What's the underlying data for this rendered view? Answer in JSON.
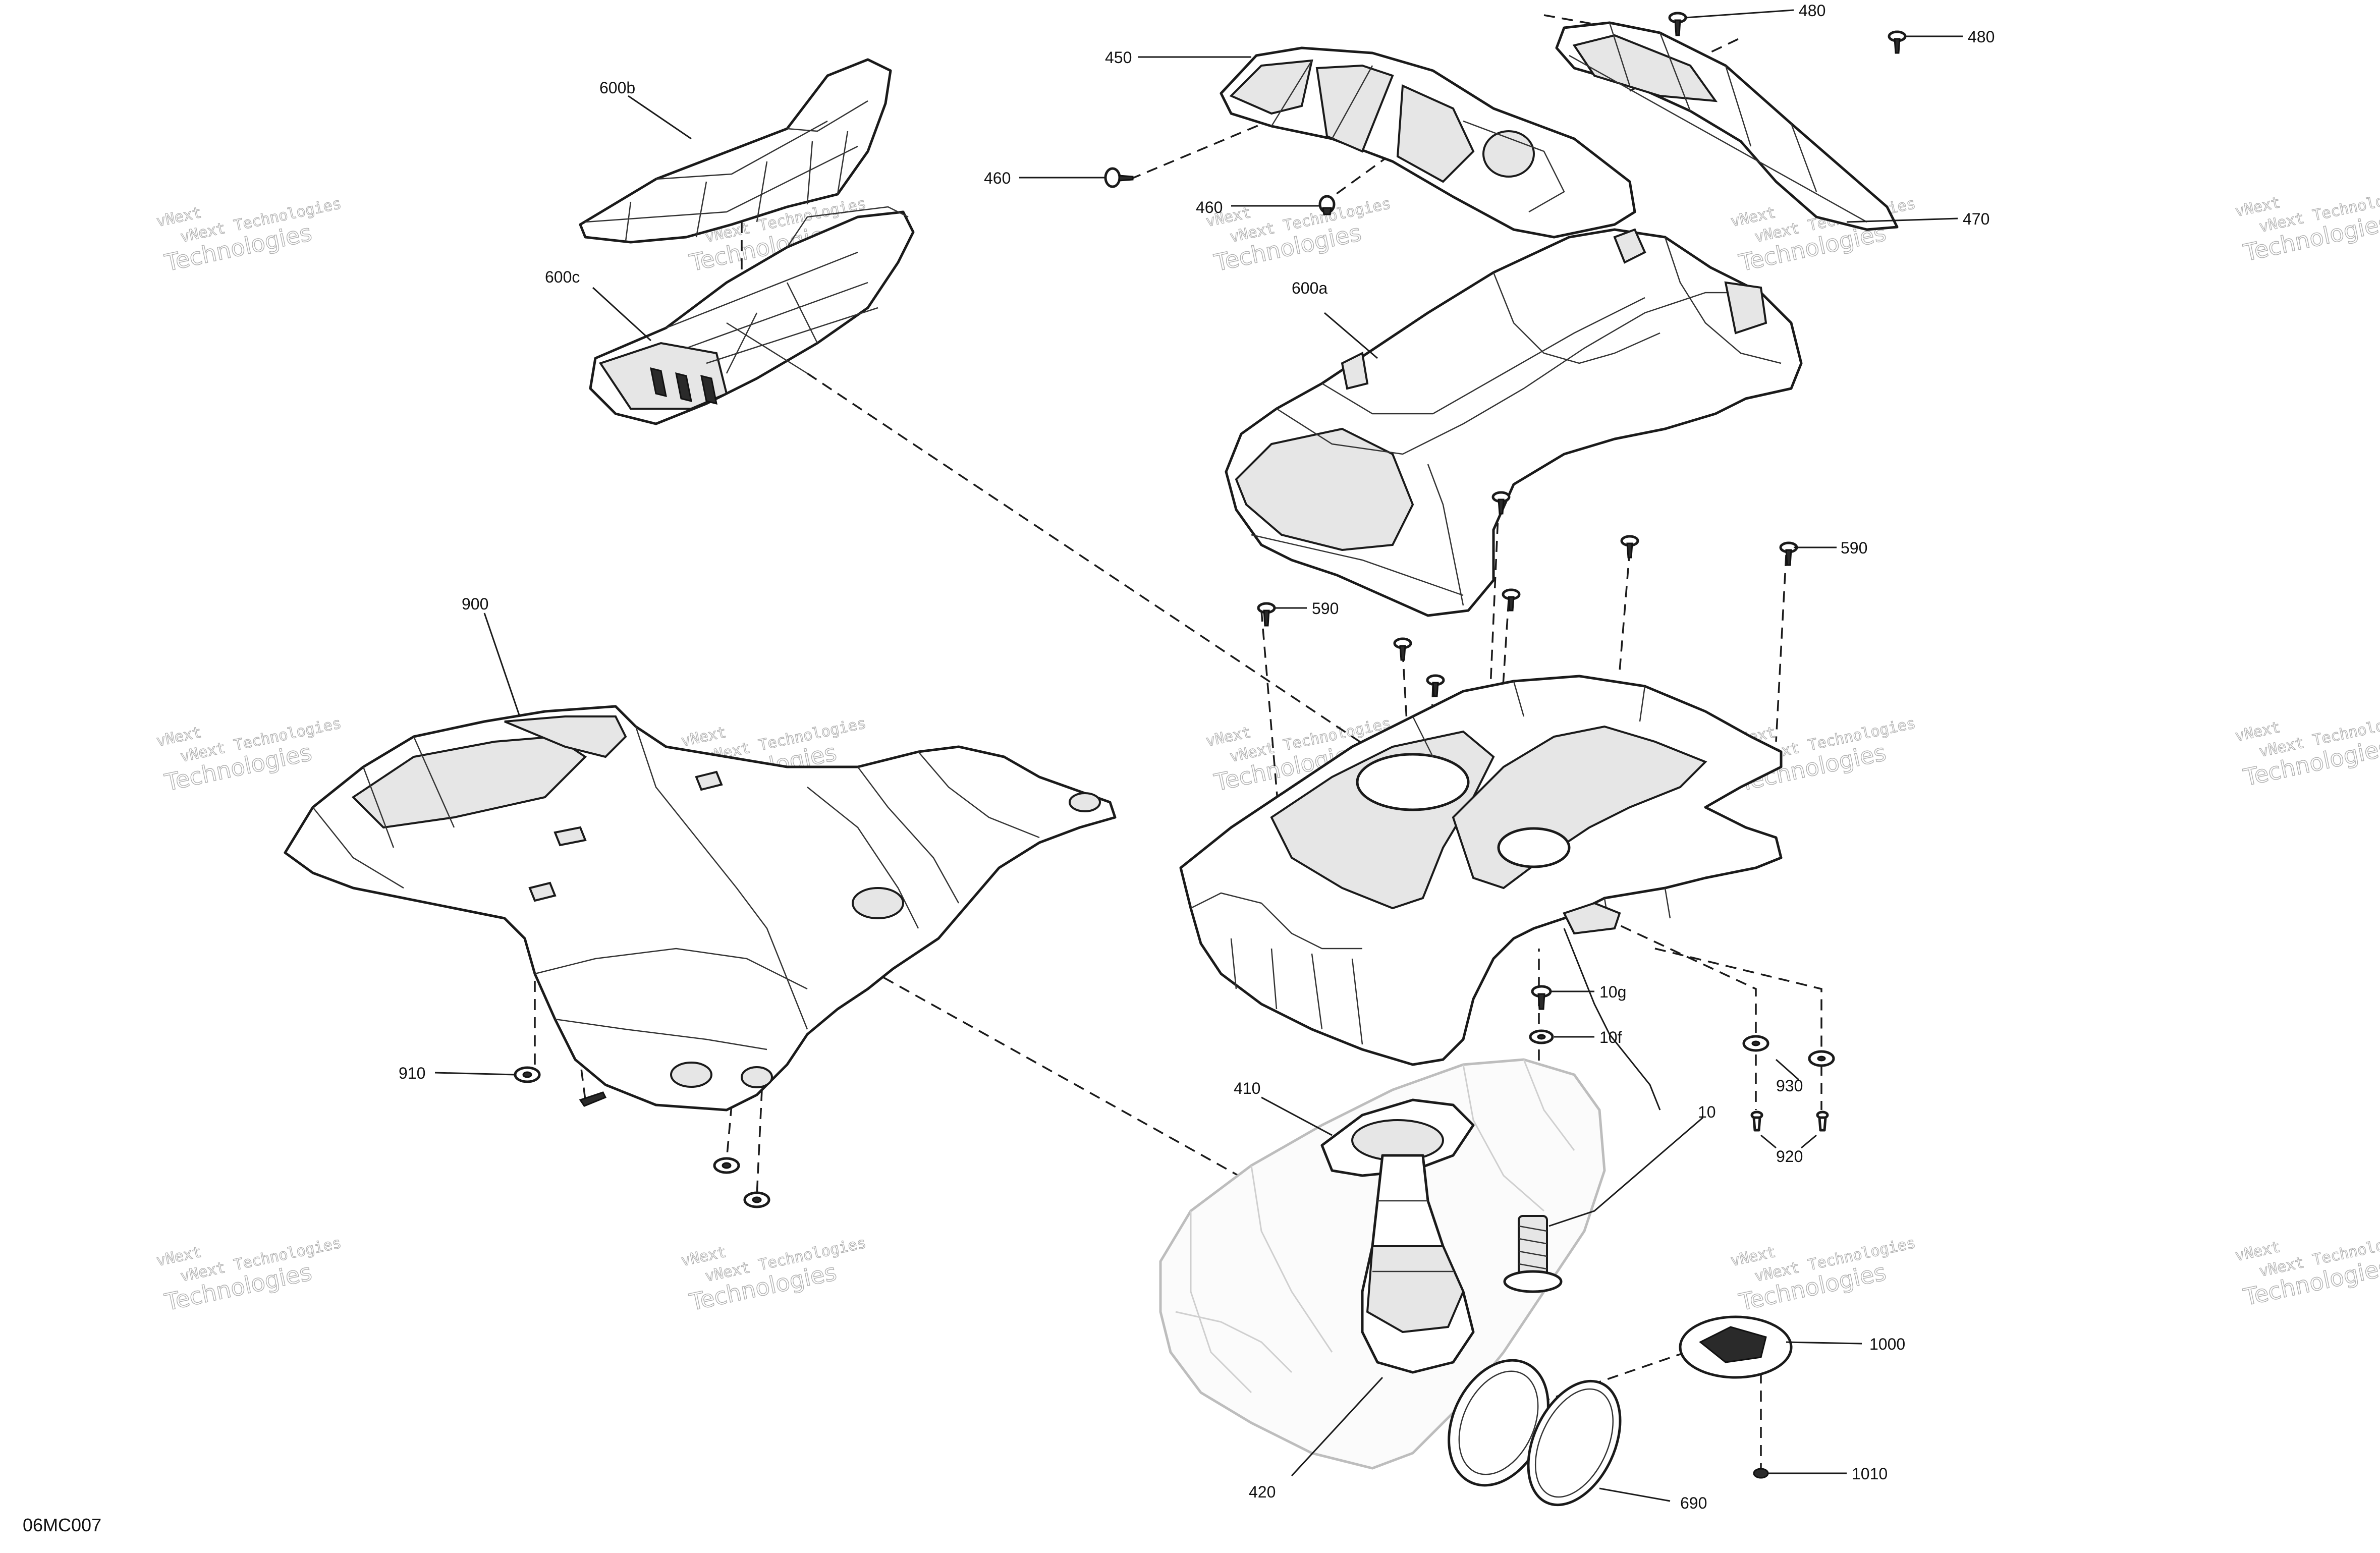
{
  "diagram": {
    "code": "06MC007",
    "watermark": {
      "line1": "vNext Technologies",
      "line2": "Technologies",
      "stamp": "vNext"
    },
    "callouts": [
      "600b",
      "600c",
      "600a",
      "450",
      "460",
      "460",
      "480",
      "480",
      "470",
      "590",
      "590",
      "900",
      "910",
      "410",
      "10g",
      "10f",
      "10",
      "930",
      "920",
      "420",
      "1000",
      "1010",
      "690"
    ]
  }
}
